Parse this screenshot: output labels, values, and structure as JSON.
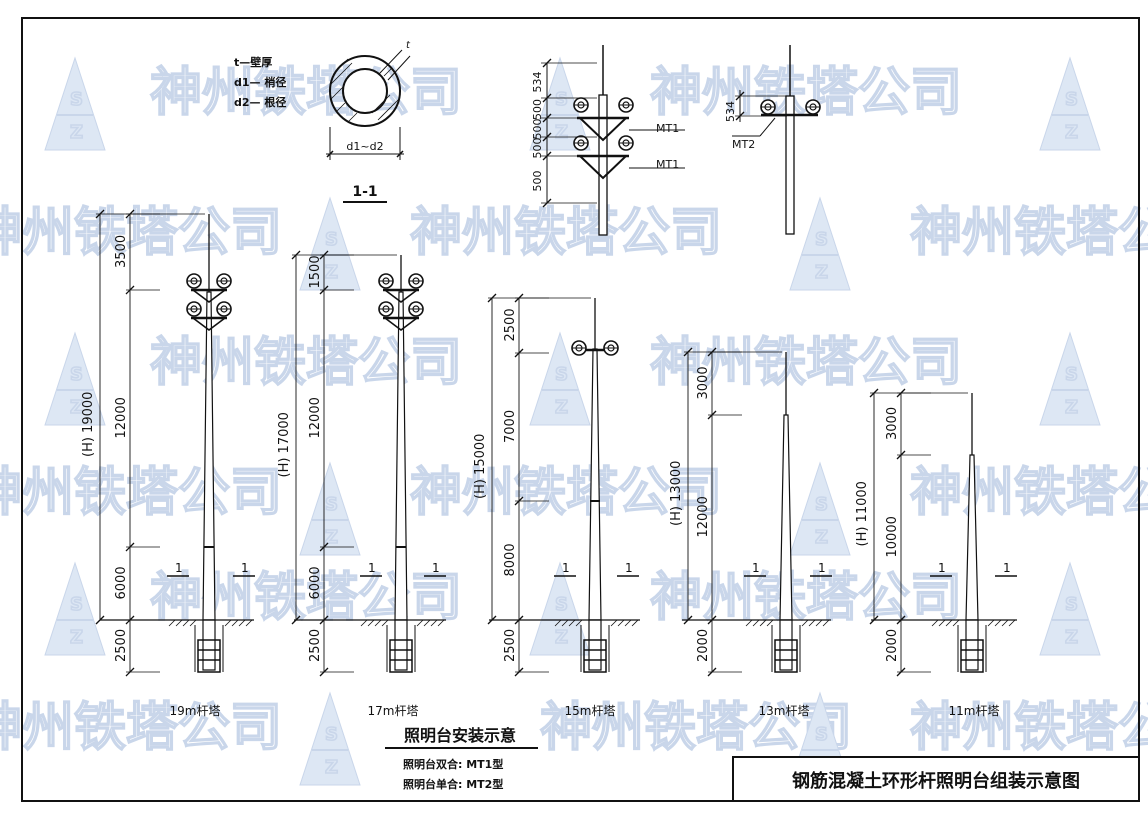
{
  "title_block": {
    "text": "钢筋混凝土环形杆照明台组装示意图"
  },
  "watermark": {
    "text": "神州铁塔公司",
    "logo_letters": "SZ",
    "color": "#c9d6ea"
  },
  "section": {
    "legend": [
      "t—壁厚",
      "d1— 梢径",
      "d2— 根径"
    ],
    "dim_label": "d1~d2",
    "thickness_label": "t",
    "caption": "1-1"
  },
  "install_detail": {
    "double": {
      "dims": [
        "534",
        "500",
        "500",
        "500",
        "500"
      ],
      "labels": [
        "MT1",
        "MT1"
      ]
    },
    "single": {
      "dims": [
        "534"
      ],
      "labels": [
        "MT2"
      ]
    }
  },
  "legend_notes": {
    "heading": "照明台安装示意",
    "lines": [
      "照明台双合: MT1型",
      "照明台单合: MT2型"
    ]
  },
  "towers": [
    {
      "caption": "19m杆塔",
      "total": "(H) 19000",
      "top": "3500",
      "mid": "12000",
      "bottom": "6000",
      "bury": "2500",
      "sec_left": "1",
      "sec_right": "1",
      "lights": "double"
    },
    {
      "caption": "17m杆塔",
      "total": "(H) 17000",
      "top": "1500",
      "mid": "12000",
      "bottom": "6000",
      "bury": "2500",
      "sec_left": "1",
      "sec_right": "1",
      "lights": "double"
    },
    {
      "caption": "15m杆塔",
      "total": "(H) 15000",
      "top": "2500",
      "mid": "7000",
      "bottom": "8000",
      "bury": "2500",
      "sec_left": "1",
      "sec_right": "1",
      "lights": "single"
    },
    {
      "caption": "13m杆塔",
      "total": "(H) 13000",
      "top": "3000",
      "mid": "12000",
      "bottom": "",
      "bury": "2000",
      "sec_left": "1",
      "sec_right": "1",
      "lights": "none"
    },
    {
      "caption": "11m杆塔",
      "total": "(H) 11000",
      "top": "3000",
      "mid": "10000",
      "bottom": "",
      "bury": "2000",
      "sec_left": "1",
      "sec_right": "1",
      "lights": "none"
    }
  ]
}
